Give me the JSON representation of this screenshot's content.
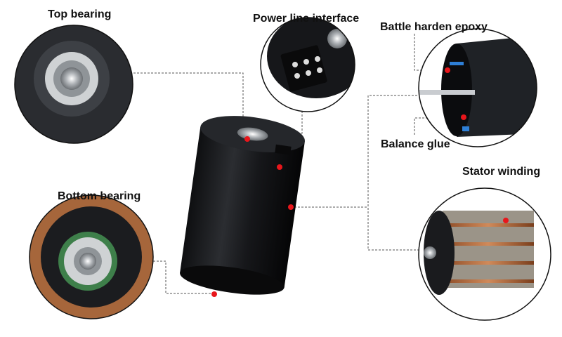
{
  "labels": {
    "top_bearing": "Top bearing",
    "power_line": "Power line interface",
    "epoxy": "Battle harden epoxy",
    "balance_glue": "Balance glue",
    "stator": "Stator winding",
    "bottom_bearing": "Bottom bearing"
  },
  "colors": {
    "marker": "#e8161b",
    "motor": "#1c1d20",
    "copper": "#b06a3c",
    "leader": "#555555"
  }
}
